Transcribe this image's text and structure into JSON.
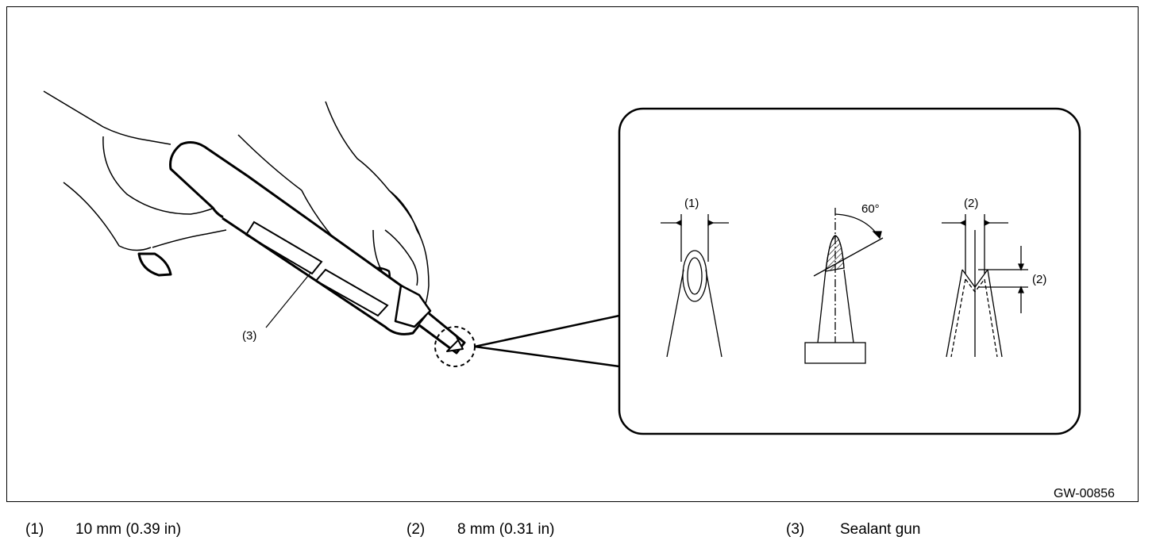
{
  "figure": {
    "code": "GW-00856",
    "callouts": {
      "c1": "(1)",
      "c2_top": "(2)",
      "c2_side": "(2)",
      "c3": "(3)",
      "angle": "60°"
    }
  },
  "legend": [
    {
      "num": "(1)",
      "text": "10 mm (0.39 in)"
    },
    {
      "num": "(2)",
      "text": "8 mm (0.31 in)"
    },
    {
      "num": "(3)",
      "text": "Sealant gun"
    }
  ]
}
